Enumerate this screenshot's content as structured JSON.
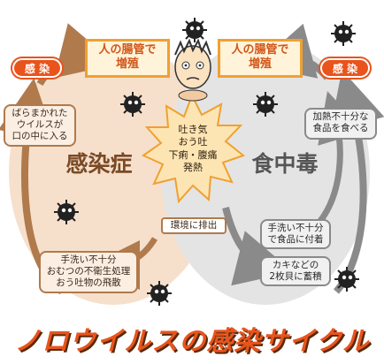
{
  "colors": {
    "accent_orange": "#e8541c",
    "title_orange": "#d2561a",
    "brown_arrow": "#b07a4d",
    "gray_arrow": "#8a8a8a",
    "left_bg": "#f6e0cc",
    "right_bg": "#e4e4e4",
    "star_fill": "#fde5b3"
  },
  "left": {
    "badge": "感 染",
    "title_lines": [
      "人の腸管で",
      "増殖"
    ],
    "box_top": [
      "ばらまかれた",
      "ウイルスが",
      "口の中に入る"
    ],
    "big_label": "感染症",
    "box_bottom": [
      "手洗い不十分",
      "おむつの不衛生処理",
      "おう吐物の飛散"
    ]
  },
  "right": {
    "badge": "感 染",
    "title_lines": [
      "人の腸管で",
      "増殖"
    ],
    "box_top": [
      "加熱不十分な",
      "食品を食べる"
    ],
    "big_label": "食中毒",
    "box_mid": [
      "手洗い不十分",
      "で食品に付着"
    ],
    "box_bottom": [
      "カキなどの",
      "2枚貝に蓄積"
    ]
  },
  "center": {
    "symptoms": [
      "吐き気",
      "おう吐",
      "下痢・腹痛",
      "発熱"
    ],
    "release_label": "環境に排出"
  },
  "footer": {
    "title": "ノロウイルスの感染サイクル"
  },
  "icons": [
    "virus-icon",
    "sick-person-icon"
  ]
}
